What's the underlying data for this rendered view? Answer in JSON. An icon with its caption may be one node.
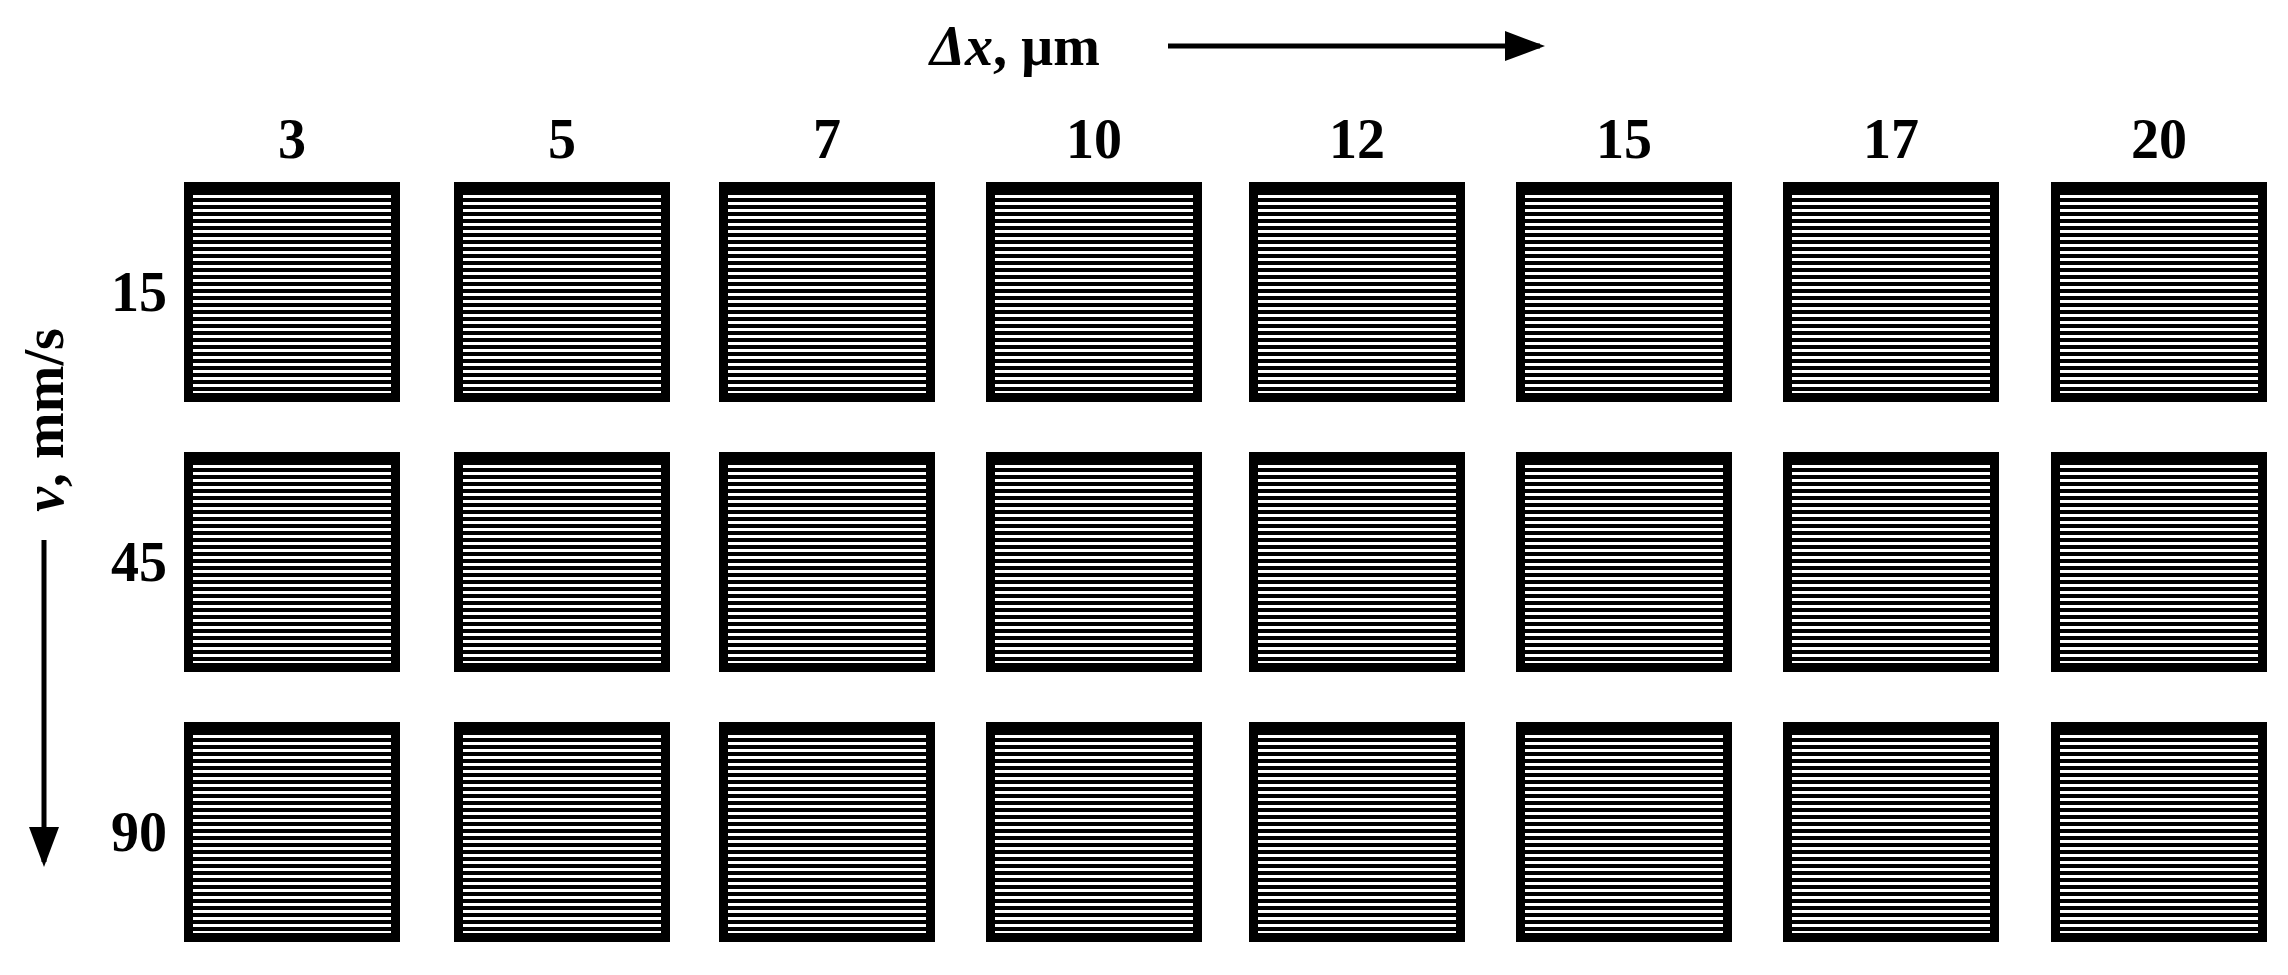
{
  "diagram": {
    "labels": [
      "*Δx*, µm",
      "3",
      "5",
      "7",
      "10",
      "12",
      "15",
      "17",
      "20",
      "*v*, mm/s",
      "15",
      "45",
      "90"
    ]
  }
}
